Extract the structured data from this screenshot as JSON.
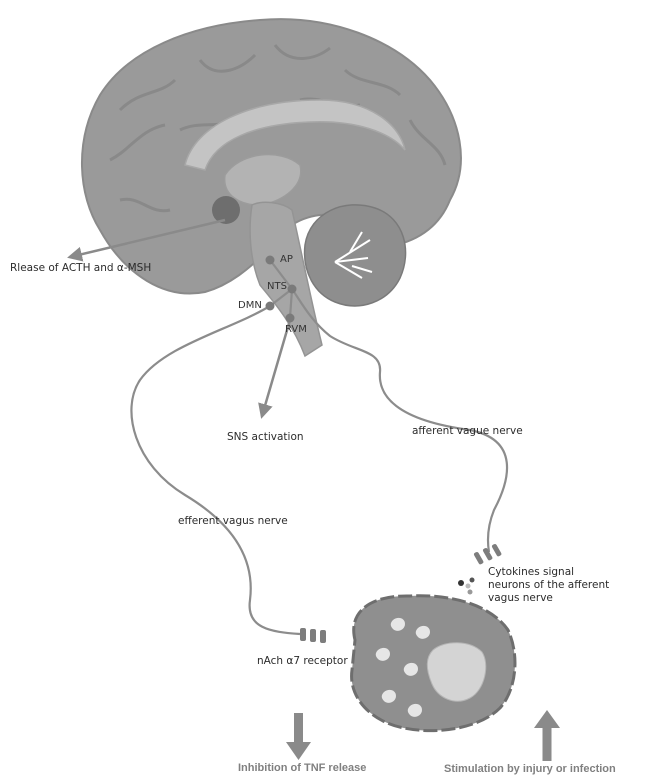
{
  "labels": {
    "acth": "Rlease of ACTH and α-MSH",
    "ap": "AP",
    "nts": "NTS",
    "dmn": "DMN",
    "rvm": "RVM",
    "sns": "SNS activation",
    "afferent": "afferent vague nerve",
    "efferent": "efferent vagus nerve",
    "cytokines_1": "Cytokines signal",
    "cytokines_2": "neurons of the afferent",
    "cytokines_3": "vagus nerve",
    "nach": "nAch α7 receptor",
    "inhibition": "Inhibition of TNF release",
    "stimulation": "Stimulation by injury or infection"
  },
  "colors": {
    "brain": "#9a9a9a",
    "brain_dark": "#7e7e7e",
    "brain_light": "#c4c4c4",
    "nerve": "#8c8c8c",
    "node": "#7a7a7a",
    "arrow": "#8a8a8a",
    "cell": "#8f8f8f",
    "text": "#2b2b2b"
  }
}
